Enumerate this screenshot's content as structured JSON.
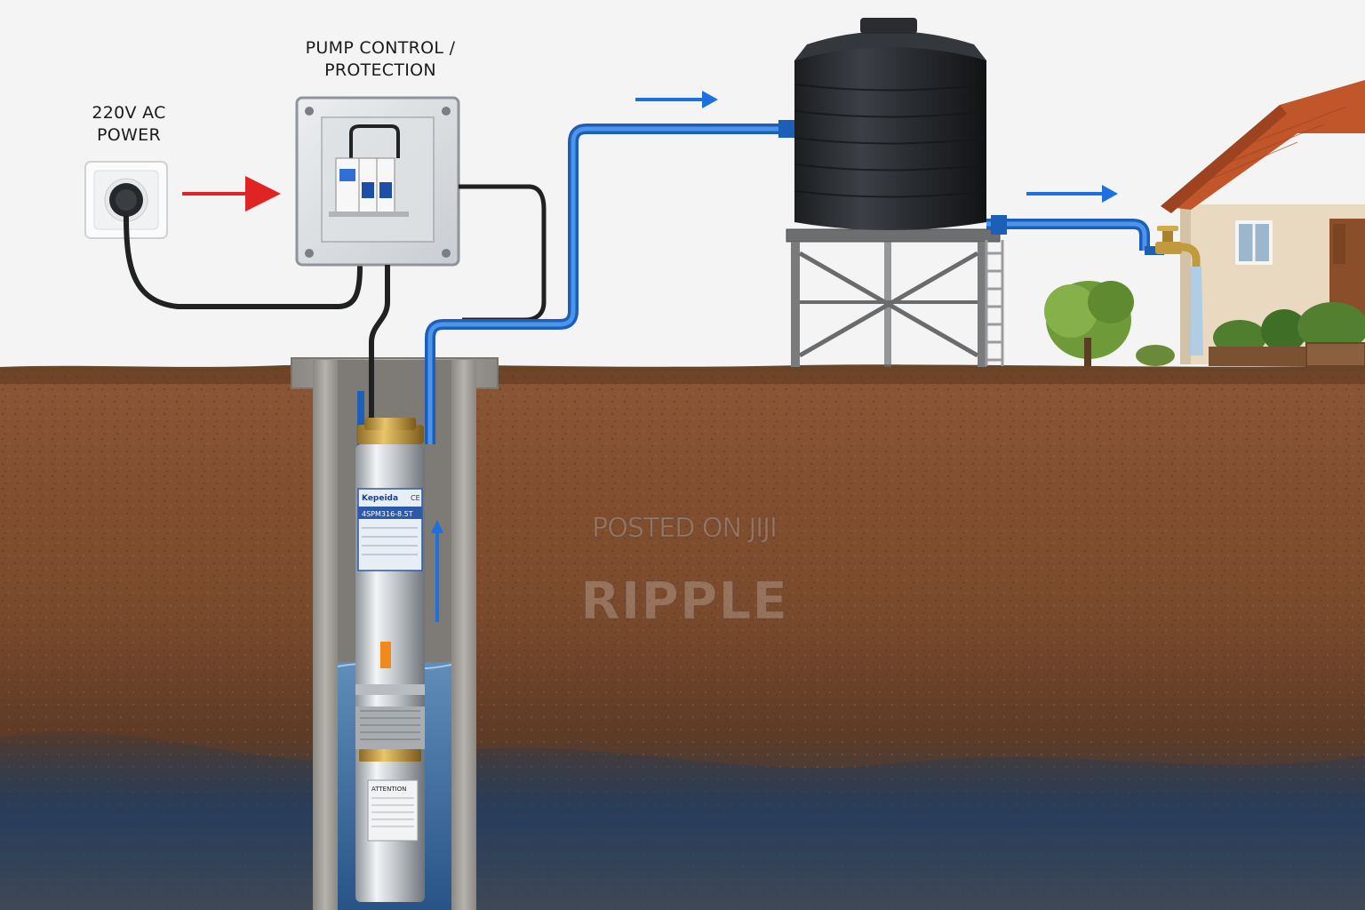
{
  "labels": {
    "power": [
      "220V AC",
      "POWER"
    ],
    "control": [
      "PUMP CONTROL /",
      "PROTECTION"
    ]
  },
  "pump": {
    "brand": "Kepeida",
    "model": "4SPM316-8.5T",
    "badge": "CE",
    "warning": "ATTENTION"
  },
  "watermark": {
    "line1": "POSTED ON JIJI",
    "line2": "RIPPLE"
  },
  "colors": {
    "sky": "#f4f4f4",
    "soil": "#7a4a2c",
    "water_pipe": "#1f6fd6",
    "arrow_power": "#e02424",
    "arrow_water": "#1e6fe0",
    "tank": "#2a2d31",
    "roof": "#c0562a",
    "wall": "#e9d9c0"
  },
  "icons": [
    "power-socket-icon",
    "power-plug-icon",
    "circuit-breaker-icon",
    "water-tank-icon",
    "faucet-icon",
    "house-icon"
  ]
}
